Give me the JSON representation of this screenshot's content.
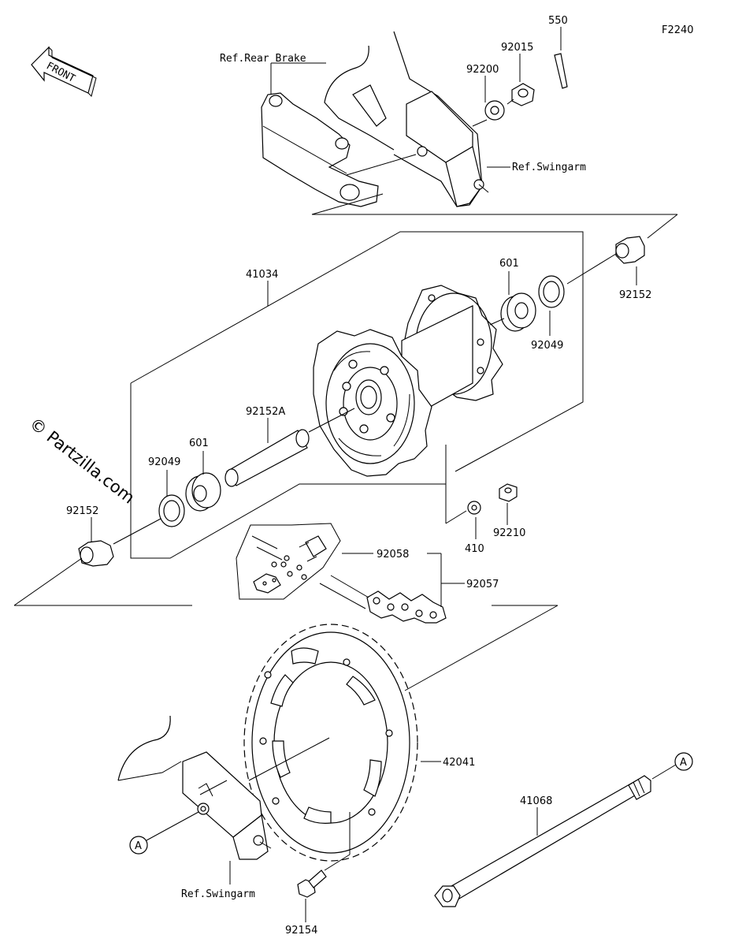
{
  "figure_code": "F2240",
  "front_label": "FRONT",
  "watermark": "© Partzilla.com",
  "refs": {
    "rear_brake": "Ref.Rear Brake",
    "swingarm_top": "Ref.Swingarm",
    "swingarm_bottom": "Ref.Swingarm"
  },
  "callouts": {
    "c550": "550",
    "c92015": "92015",
    "c92200": "92200",
    "c41034": "41034",
    "c601_right": "601",
    "c92049_right": "92049",
    "c92152_right": "92152",
    "c92152A": "92152A",
    "c601_left": "601",
    "c92049_left": "92049",
    "c92152_left": "92152",
    "c410": "410",
    "c92210": "92210",
    "c92058": "92058",
    "c92057": "92057",
    "c42041": "42041",
    "c41068": "41068",
    "c92154": "92154",
    "marker_a_axle": "A",
    "marker_a_swingarm": "A"
  }
}
